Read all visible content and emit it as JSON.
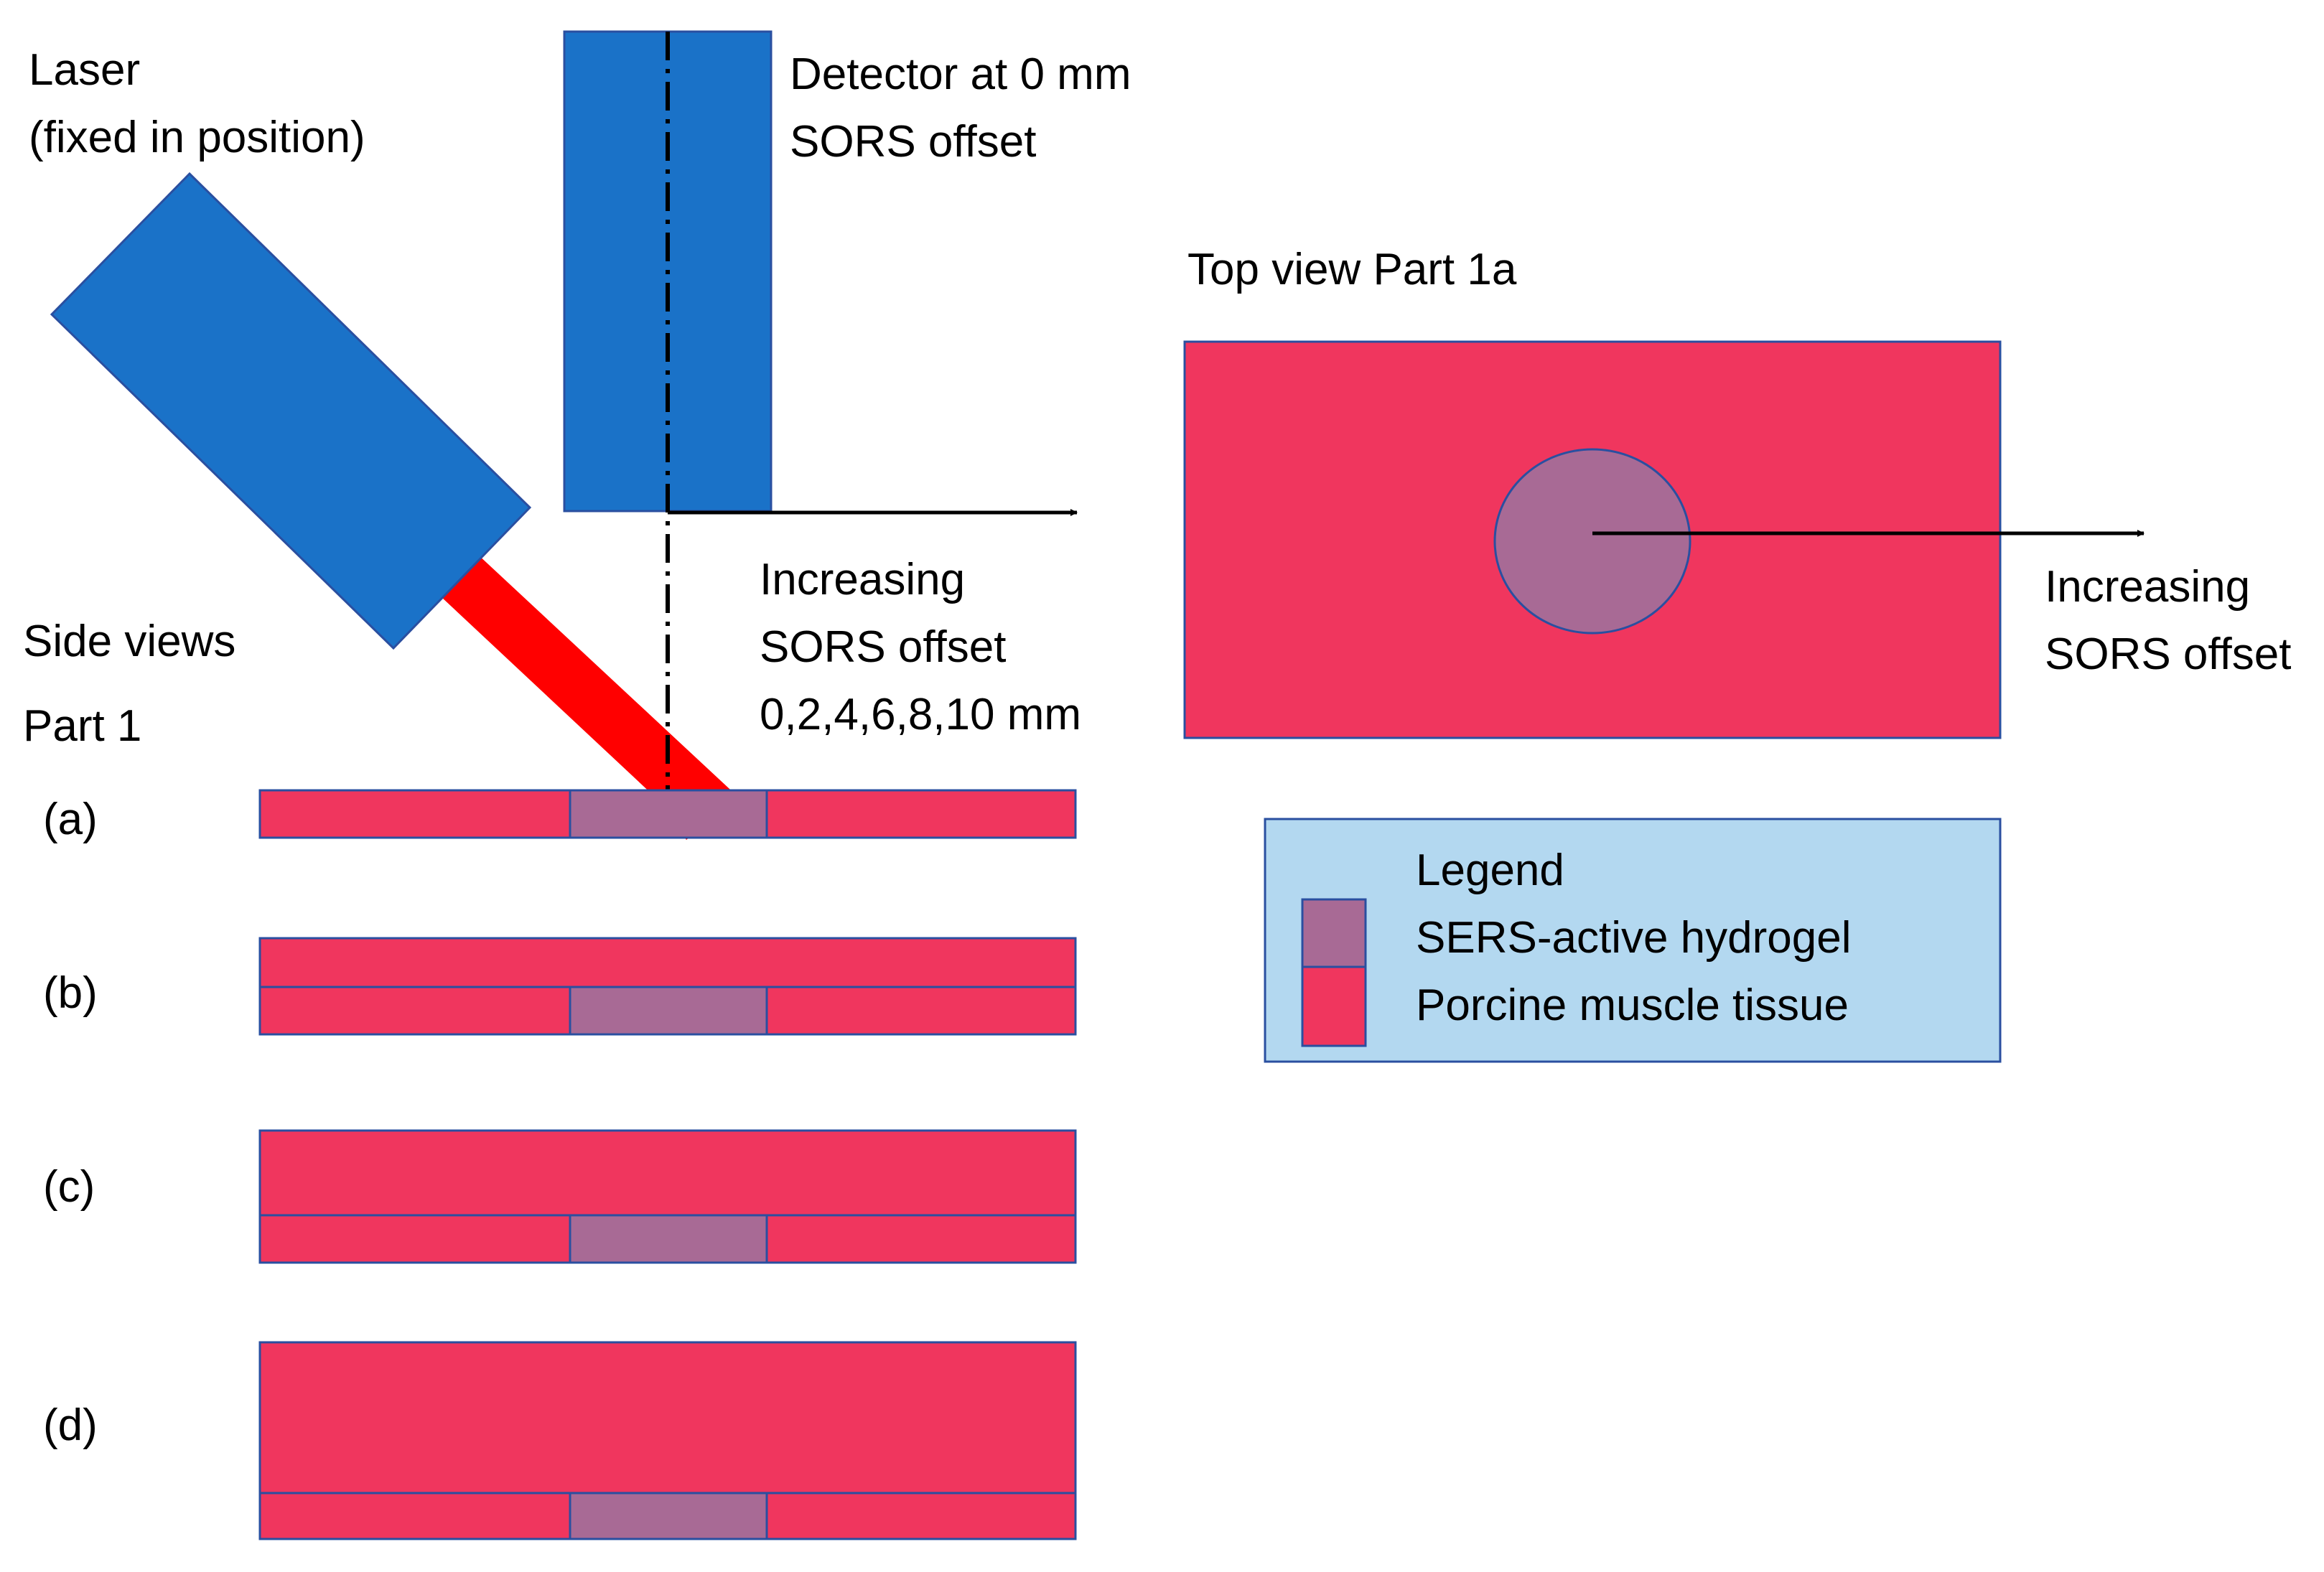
{
  "labels": {
    "laser": "Laser",
    "laser_note": "(fixed in position)",
    "detector_line1": "Detector at 0 mm",
    "detector_line2": "SORS offset",
    "increasing_line1": "Increasing",
    "increasing_line2": "SORS offset",
    "increasing_line3": "0,2,4,6,8,10 mm",
    "side_views": "Side views",
    "part": "Part 1",
    "top_view": "Top view Part 1a",
    "top_increasing_line1": "Increasing",
    "top_increasing_line2": "SORS offset",
    "row_a": "(a)",
    "row_b": "(b)",
    "row_c": "(c)",
    "row_d": "(d)"
  },
  "legend": {
    "title": "Legend",
    "items": [
      {
        "label": "SERS-active hydrogel",
        "color": "#a86a95"
      },
      {
        "label": "Porcine muscle tissue",
        "color": "#f0365e"
      }
    ]
  },
  "colors": {
    "instrument": "#1a72c8",
    "beam": "#ff0000",
    "tissue": "#f0365e",
    "hydrogel": "#a86a95",
    "outline": "#2a4fa0",
    "legend_bg": "#b3d8f0"
  }
}
